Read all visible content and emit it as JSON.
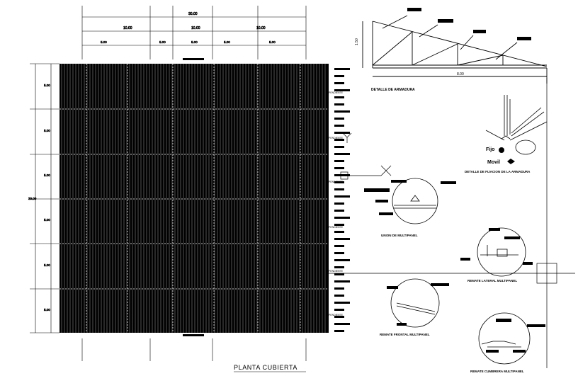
{
  "title": "PLANTA CUBIERTA",
  "dims": {
    "total_width": "30.00",
    "width_splits": [
      "10.00",
      "10.00",
      "10.00"
    ],
    "sub_splits": [
      "5.00",
      "5.00",
      "5.00",
      "5.00",
      "5.00",
      "5.00"
    ],
    "total_height": "30.00",
    "bay_heights": [
      "5.00",
      "5.00",
      "5.00",
      "5.00",
      "5.00",
      "5.00"
    ],
    "truss_height": "1.50",
    "truss_span": "8.00"
  },
  "labels": {
    "pendiente": "PENDIENTE",
    "truss_detail": "DETALLE DE ARMADURA",
    "anchor_detail": "DETALLE DE FIJACION DE LA ARMADURA",
    "fijo": "Fijo",
    "movil": "Movil",
    "panel_union": "UNION DE MULTIPANEL",
    "panel_lateral": "REMATE LATERAL MULTIPANEL",
    "panel_front": "REMATE FRONTAL MULTIPANEL",
    "panel_ridge": "REMATE CUMBRERA MULTIPANEL"
  },
  "colors": {
    "ink": "#000000",
    "paper": "#ffffff"
  }
}
